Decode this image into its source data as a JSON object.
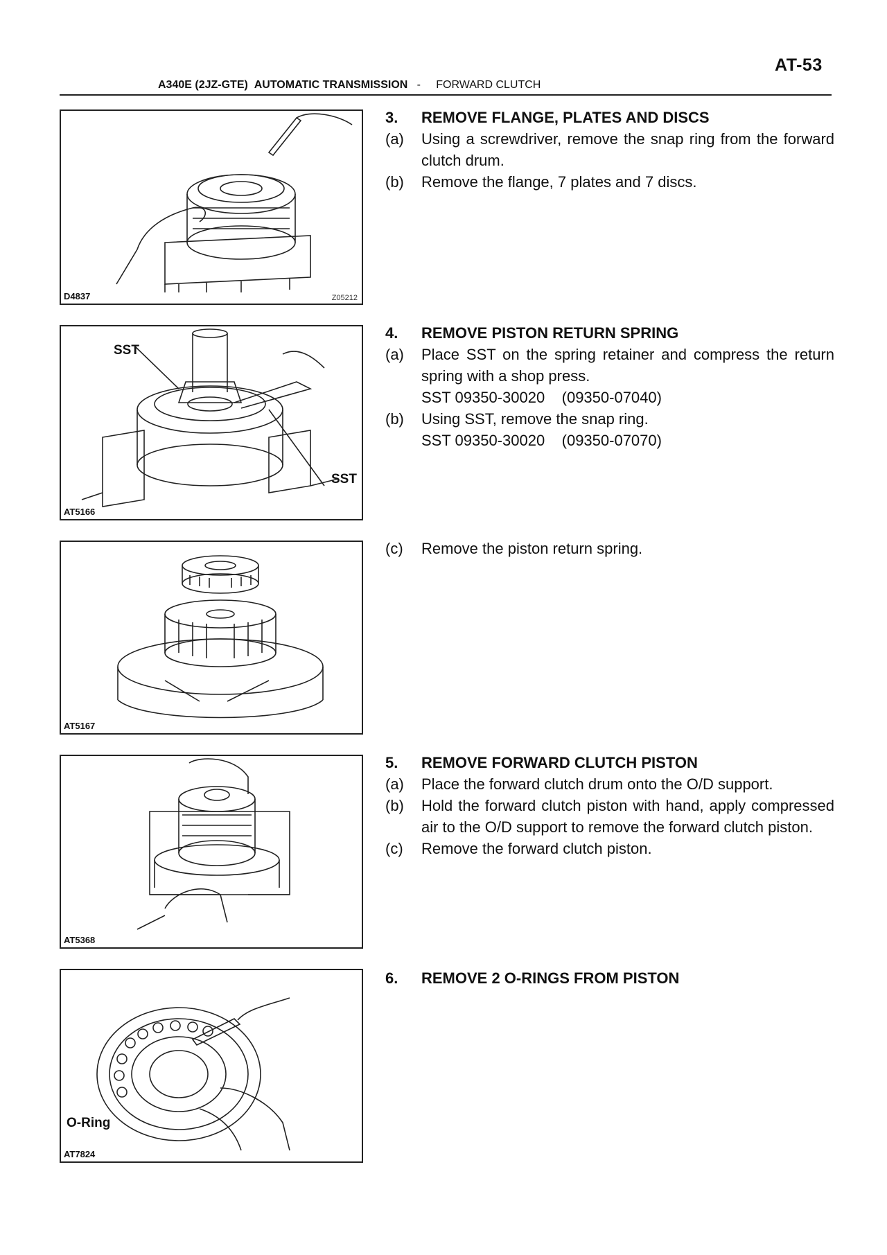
{
  "header": {
    "page_number": "AT-53",
    "model": "A340E (2JZ-GTE)",
    "section": "AUTOMATIC TRANSMISSION",
    "separator": "-",
    "subsection": "FORWARD CLUTCH"
  },
  "figures": [
    {
      "code": "D4837",
      "code2": "Z05212"
    },
    {
      "code": "AT5166",
      "callout1": "SST",
      "callout2": "SST"
    },
    {
      "code": "AT5167"
    },
    {
      "code": "AT5368"
    },
    {
      "code": "AT7824",
      "callout1": "O-Ring"
    }
  ],
  "steps": {
    "s3": {
      "num": "3.",
      "title": "REMOVE FLANGE, PLATES AND DISCS",
      "a_label": "(a)",
      "a_text": "Using a screwdriver, remove the snap ring from the forward clutch drum.",
      "b_label": "(b)",
      "b_text": "Remove the flange, 7 plates and 7 discs."
    },
    "s4": {
      "num": "4.",
      "title": "REMOVE PISTON RETURN SPRING",
      "a_label": "(a)",
      "a_text": "Place SST on the spring retainer and compress the return spring with a shop press.",
      "a_sst": "SST 09350-30020    (09350-07040)",
      "b_label": "(b)",
      "b_text": "Using SST, remove the snap ring.",
      "b_sst": "SST 09350-30020    (09350-07070)",
      "c_label": "(c)",
      "c_text": "Remove the piston return spring."
    },
    "s5": {
      "num": "5.",
      "title": "REMOVE FORWARD CLUTCH PISTON",
      "a_label": "(a)",
      "a_text": "Place the forward clutch drum onto the O/D support.",
      "b_label": "(b)",
      "b_text": "Hold the forward clutch piston with hand, apply compressed air to the O/D support to remove the forward clutch piston.",
      "c_label": "(c)",
      "c_text": "Remove the forward clutch piston."
    },
    "s6": {
      "num": "6.",
      "title": "REMOVE 2 O-RINGS FROM PISTON"
    }
  }
}
